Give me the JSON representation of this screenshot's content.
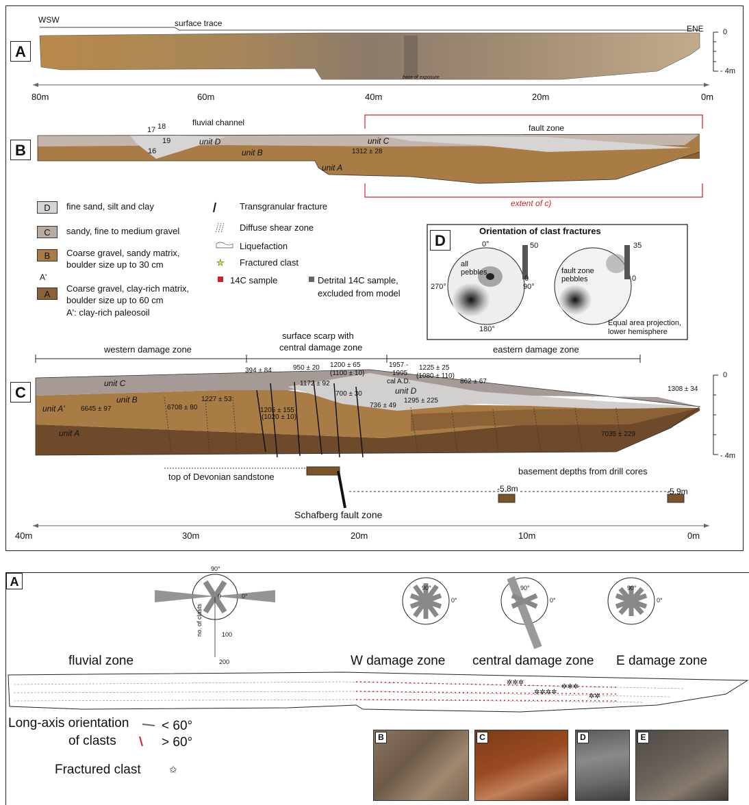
{
  "top": {
    "panel_a": {
      "label": "A",
      "wsw": "WSW",
      "ene": "ENE",
      "surface_trace": "surface trace",
      "base": "base of exposure",
      "depth_top": "0",
      "depth_bottom": "- 4m",
      "axis_ticks": [
        "80m",
        "60m",
        "40m",
        "20m",
        "0m"
      ]
    },
    "panel_b": {
      "label": "B",
      "fluvial_channel": "fluvial channel",
      "fault_zone": "fault zone",
      "samples": [
        "17",
        "18",
        "19",
        "16"
      ],
      "unit_c": "unit C",
      "unit_d": "unit D",
      "unit_b": "unit B",
      "unit_a": "unit A",
      "age": "1312 ± 28",
      "extent": "extent of c)"
    },
    "legend": {
      "d_code": "D",
      "d_text": "fine sand, silt and clay",
      "c_code": "C",
      "c_text": "sandy, fine to medium gravel",
      "b_code": "B",
      "b_text_1": "Coarse gravel, sandy matrix,",
      "b_text_2": "boulder size up to 30 cm",
      "a_prime": "A'",
      "a_code": "A",
      "a_text_1": "Coarse gravel, clay-rich matrix,",
      "a_text_2": "boulder size up to 60 cm",
      "a_text_3": "A': clay-rich paleosoil",
      "transgranular": "Transgranular fracture",
      "diffuse": "Diffuse shear zone",
      "liquefaction": "Liquefaction",
      "fractured": "Fractured clast",
      "c14": "14C sample",
      "detrital_1": "Detrital 14C sample,",
      "detrital_2": "excluded from model"
    },
    "panel_d": {
      "label": "D",
      "title": "Orientation of clast fractures",
      "left_net": {
        "top": "0°",
        "right": "90°",
        "bottom": "180°",
        "left": "270°",
        "caption_1": "all",
        "caption_2": "pebbles",
        "cb_max": "50",
        "cb_min": "0"
      },
      "right_net": {
        "caption_1": "fault zone",
        "caption_2": "pebbles",
        "cb_max": "35",
        "cb_min": "0"
      },
      "note_1": "Equal area projection,",
      "note_2": "lower hemisphere"
    },
    "panel_c": {
      "label": "C",
      "western": "western damage zone",
      "central_1": "surface scarp with",
      "central_2": "central damage zone",
      "eastern": "eastern damage zone",
      "unit_c": "unit C",
      "unit_b": "unit B",
      "unit_a_prime": "unit A'",
      "unit_a": "unit A",
      "unit_d": "unit D",
      "ages": {
        "a394": "394 ± 84",
        "a950": "950 ± 20",
        "a1200": "1200 ± 65",
        "a1100": "(1100 ± 10)",
        "a1957": "1957 -",
        "a1995": "1995",
        "acal": "cal A.D.",
        "a1225": "1225 ± 25",
        "a1080": "(1080 ± 110)",
        "a862": "862 ± 67",
        "a1308": "1308 ± 34",
        "a1172": "1172 ± 92",
        "a700": "700 ± 30",
        "a736": "736 ± 49",
        "a1295": "1295 ± 225",
        "a1227": "1227 ± 53",
        "a6645": "6645 ± 97",
        "a6708": "6708 ± 80",
        "a1205": "1205 ± 155",
        "a1020": "(1020 ± 10)",
        "a7035": "7035 ± 229"
      },
      "depth_top": "0",
      "depth_bottom": "- 4m",
      "devonian": "top of Devonian sandstone",
      "basement": "basement depths from drill cores",
      "depth1": "-5.8m",
      "depth2": "-5.9m",
      "schafberg": "Schafberg fault zone",
      "axis_ticks": [
        "40m",
        "30m",
        "20m",
        "10m",
        "0m"
      ]
    }
  },
  "bottom": {
    "label": "A",
    "rose_ticks": {
      "deg90": "90°",
      "deg0": "0°",
      "zero": "0",
      "hundred": "100",
      "twohundred": "200",
      "axis_label": "no. of clasts"
    },
    "zones": [
      "fluvial zone",
      "W damage zone",
      "central damage zone",
      "E damage zone"
    ],
    "legend_title_1": "Long-axis orientation",
    "legend_title_2": "of clasts",
    "lt60": "< 60°",
    "gt60": "> 60°",
    "fractured": "Fractured clast",
    "photos": [
      "B",
      "C",
      "D",
      "E"
    ]
  }
}
